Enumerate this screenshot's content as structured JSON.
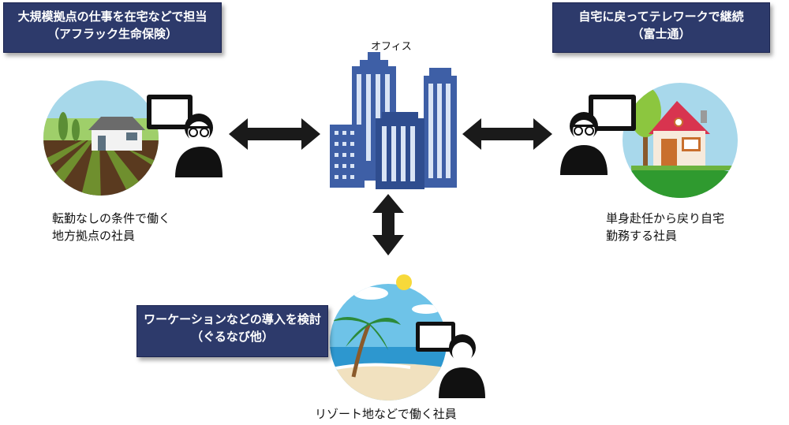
{
  "office": {
    "label": "オフィス"
  },
  "callouts": {
    "left": {
      "line1": "大規模拠点の仕事を在宅などで担当",
      "line2": "（アフラック生命保険）"
    },
    "right": {
      "line1": "自宅に戻ってテレワークで継続",
      "line2": "（富士通）"
    },
    "bottom": {
      "line1": "ワーケーションなどの導入を検討",
      "line2": "（ぐるなび他）"
    }
  },
  "captions": {
    "left": {
      "line1": "転勤なしの条件で働く",
      "line2": "地方拠点の社員"
    },
    "right": {
      "line1": "単身赴任から戻り自宅",
      "line2": "勤務する社員"
    },
    "bottom": {
      "line1": "リゾート地などで働く社員"
    }
  },
  "colors": {
    "callout_bg": "#2d3a6b",
    "building": "#3e5fa6",
    "arrow": "#1a1a1a"
  },
  "icons": [
    "office-building-icon",
    "farm-scene-icon",
    "house-scene-icon",
    "beach-scene-icon",
    "worker-laptop-icon",
    "double-arrow-icon"
  ]
}
